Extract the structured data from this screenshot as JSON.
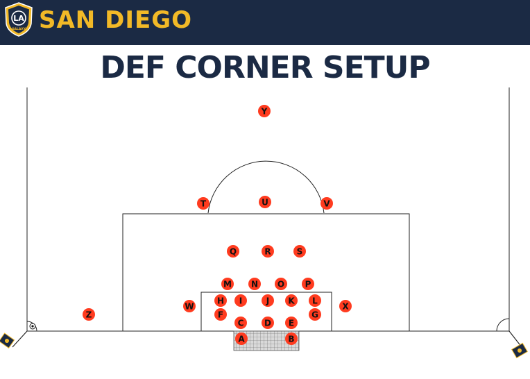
{
  "header": {
    "brand": "SAN DIEGO",
    "logo_text_top": "LA",
    "logo_text_bottom": "GALAXY"
  },
  "title": "DEF CORNER SETUP",
  "colors": {
    "banner": "#1b2a44",
    "brand_gold": "#f2b927",
    "player_fill": "#ff3b1f",
    "line": "#222222"
  },
  "players": [
    "A",
    "B",
    "C",
    "D",
    "E",
    "F",
    "G",
    "H",
    "I",
    "J",
    "K",
    "L",
    "M",
    "N",
    "O",
    "P",
    "Q",
    "R",
    "S",
    "T",
    "U",
    "V",
    "W",
    "X",
    "Y",
    "Z"
  ]
}
